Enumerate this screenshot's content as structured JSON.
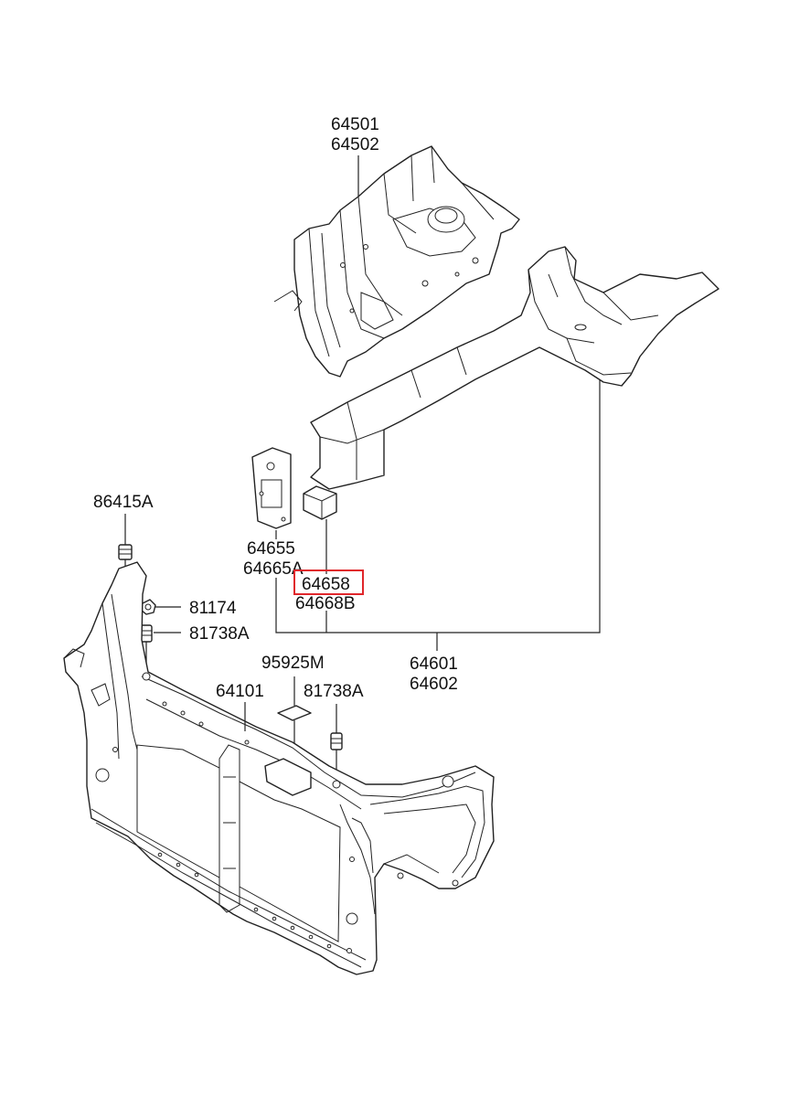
{
  "labels": {
    "l64501": "64501",
    "l64502": "64502",
    "l86415A": "86415A",
    "l64655": "64655",
    "l64665A": "64665A",
    "l64658": "64658",
    "l64668B": "64668B",
    "l81174": "81174",
    "l81738A_1": "81738A",
    "l95925M": "95925M",
    "l64101": "64101",
    "l81738A_2": "81738A",
    "l64601": "64601",
    "l64602": "64602"
  },
  "highlighted_part": "64658",
  "colors": {
    "line": "#222222",
    "highlight": "#e0262b",
    "background": "#ffffff"
  }
}
